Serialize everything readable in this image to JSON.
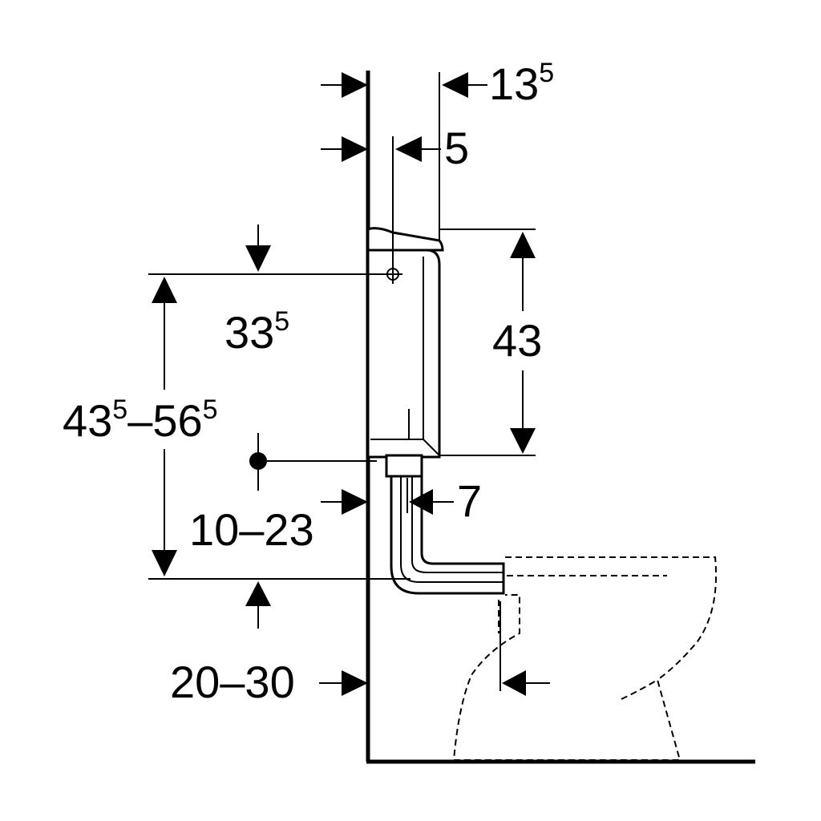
{
  "dimensions": {
    "top_offset": {
      "main": "13",
      "sup": "5"
    },
    "axis_offset": {
      "main": "5",
      "sup": ""
    },
    "tank_height": {
      "main": "43",
      "sup": ""
    },
    "upper_height": {
      "main": "33",
      "sup": "5"
    },
    "range_low": {
      "main": "43",
      "sup": "5"
    },
    "range_dash": "–",
    "range_high": {
      "main": "56",
      "sup": "5"
    },
    "pipe_offset": {
      "main": "7",
      "sup": ""
    },
    "pipe_range": "10–23",
    "bottom_range": "20–30"
  }
}
